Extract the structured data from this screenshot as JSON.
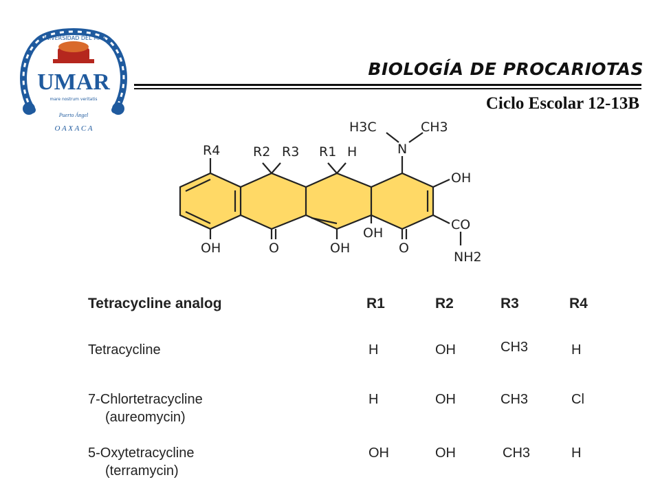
{
  "logo": {
    "ring_text": "UNIVERSIDAD DEL MAR",
    "monogram": "UMAR",
    "motto": "mare nostrum veritatis",
    "place": "Puerto Ángel",
    "city": "O A X A C A"
  },
  "header": {
    "title": "BIOLOGÍA DE PROCARIOTAS",
    "subtitle": "Ciclo Escolar 12-13B"
  },
  "structure": {
    "labels": {
      "h3c": "H3C",
      "ch3": "CH3",
      "n": "N",
      "r4": "R4",
      "r2": "R2",
      "r3": "R3",
      "r1": "R1",
      "h": "H",
      "oh_right": "OH",
      "co": "CO",
      "nh2": "NH2",
      "oh_b1": "OH",
      "o_b2": "O",
      "oh_b3": "OH",
      "oh_b4": "OH",
      "o_b5": "O"
    },
    "colors": {
      "ring_fill": "#FFD966",
      "ring_fill_dark": "#F7C843"
    }
  },
  "table": {
    "headers": [
      "Tetracycline analog",
      "R1",
      "R2",
      "R3",
      "R4"
    ],
    "rows": [
      {
        "name": "Tetracycline",
        "name2": "",
        "r1": "H",
        "r2": "OH",
        "r3": "CH3",
        "r4": "H"
      },
      {
        "name": "7-Chlortetracycline",
        "name2": "(aureomycin)",
        "r1": "H",
        "r2": "OH",
        "r3": "CH3",
        "r4": "Cl"
      },
      {
        "name": "5-Oxytetracycline",
        "name2": "(terramycin)",
        "r1": "OH",
        "r2": "OH",
        "r3": "CH3",
        "r4": "H"
      }
    ]
  }
}
